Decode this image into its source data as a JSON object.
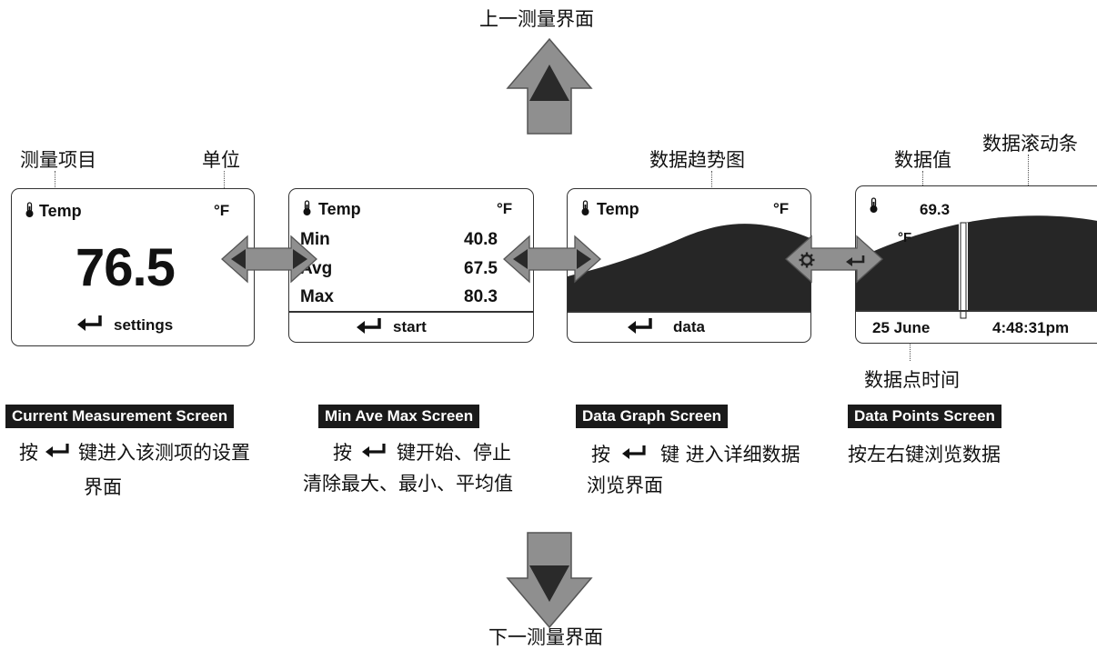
{
  "nav": {
    "up_label": "上一测量界面",
    "down_label": "下一测量界面"
  },
  "screens": {
    "current": {
      "item": "Temp",
      "unit": "°F",
      "value": "76.5",
      "action": "settings",
      "caption": "Current Measurement Screen",
      "desc_line1": "按",
      "desc_line1b": "键进入该测项的设置",
      "desc_line2": "界面"
    },
    "minavemax": {
      "item": "Temp",
      "unit": "°F",
      "rows": [
        {
          "label": "Min",
          "value": "40.8"
        },
        {
          "label": "Avg",
          "value": "67.5"
        },
        {
          "label": "Max",
          "value": "80.3"
        }
      ],
      "action": "start",
      "caption": "Min Ave Max Screen",
      "desc_line1": "按",
      "desc_line1b": "键开始、停止",
      "desc_line2": "清除最大、最小、平均值"
    },
    "graph": {
      "item": "Temp",
      "unit": "°F",
      "action": "data",
      "caption": "Data Graph Screen",
      "desc_line1": "按",
      "desc_line1b": "键 进入详细数据",
      "desc_line2": "浏览界面"
    },
    "points": {
      "value": "69.3",
      "unit": "°F",
      "date": "25 June",
      "time": "4:48:31pm",
      "caption": "Data Points Screen",
      "desc_line1": "按左右键浏览数据"
    }
  },
  "annotations": {
    "measure_item": "测量项目",
    "unit": "单位",
    "trend": "数据趋势图",
    "data_value": "数据值",
    "scrollbar": "数据滚动条",
    "point_time": "数据点时间"
  },
  "icons": {
    "thermometer": "thermometer-icon",
    "enter": "enter-icon",
    "gear": "gear-icon",
    "arrow_up": "arrow-up-icon",
    "arrow_down": "arrow-down-icon",
    "double_arrow": "double-arrow-icon"
  },
  "colors": {
    "arrow_fill": "#8f8f8f",
    "arrow_dark": "#2a2a2a",
    "graph_fill": "#262626",
    "caption_bg": "#1a1a1a"
  }
}
